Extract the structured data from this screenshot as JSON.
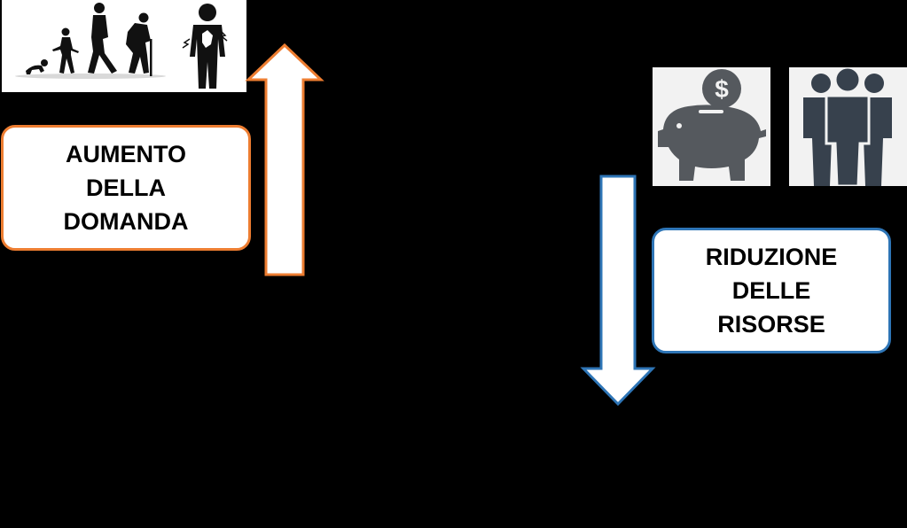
{
  "demand": {
    "lines": [
      "AUMENTO",
      "DELLA",
      "DOMANDA"
    ],
    "accent": "#ed7d31",
    "direction": "up"
  },
  "resources": {
    "lines": [
      "RIDUZIONE",
      "DELLE",
      "RISORSE"
    ],
    "accent": "#2e75b6",
    "direction": "down"
  },
  "icons": {
    "evolution": "human-aging-evolution-icon",
    "piggy_bank": "piggy-bank-dollar-icon",
    "people": "people-group-icon",
    "piggy_symbol": "$"
  },
  "colors": {
    "background": "#000000",
    "icon_gray": "#55595e",
    "people_navy": "#37414d"
  }
}
